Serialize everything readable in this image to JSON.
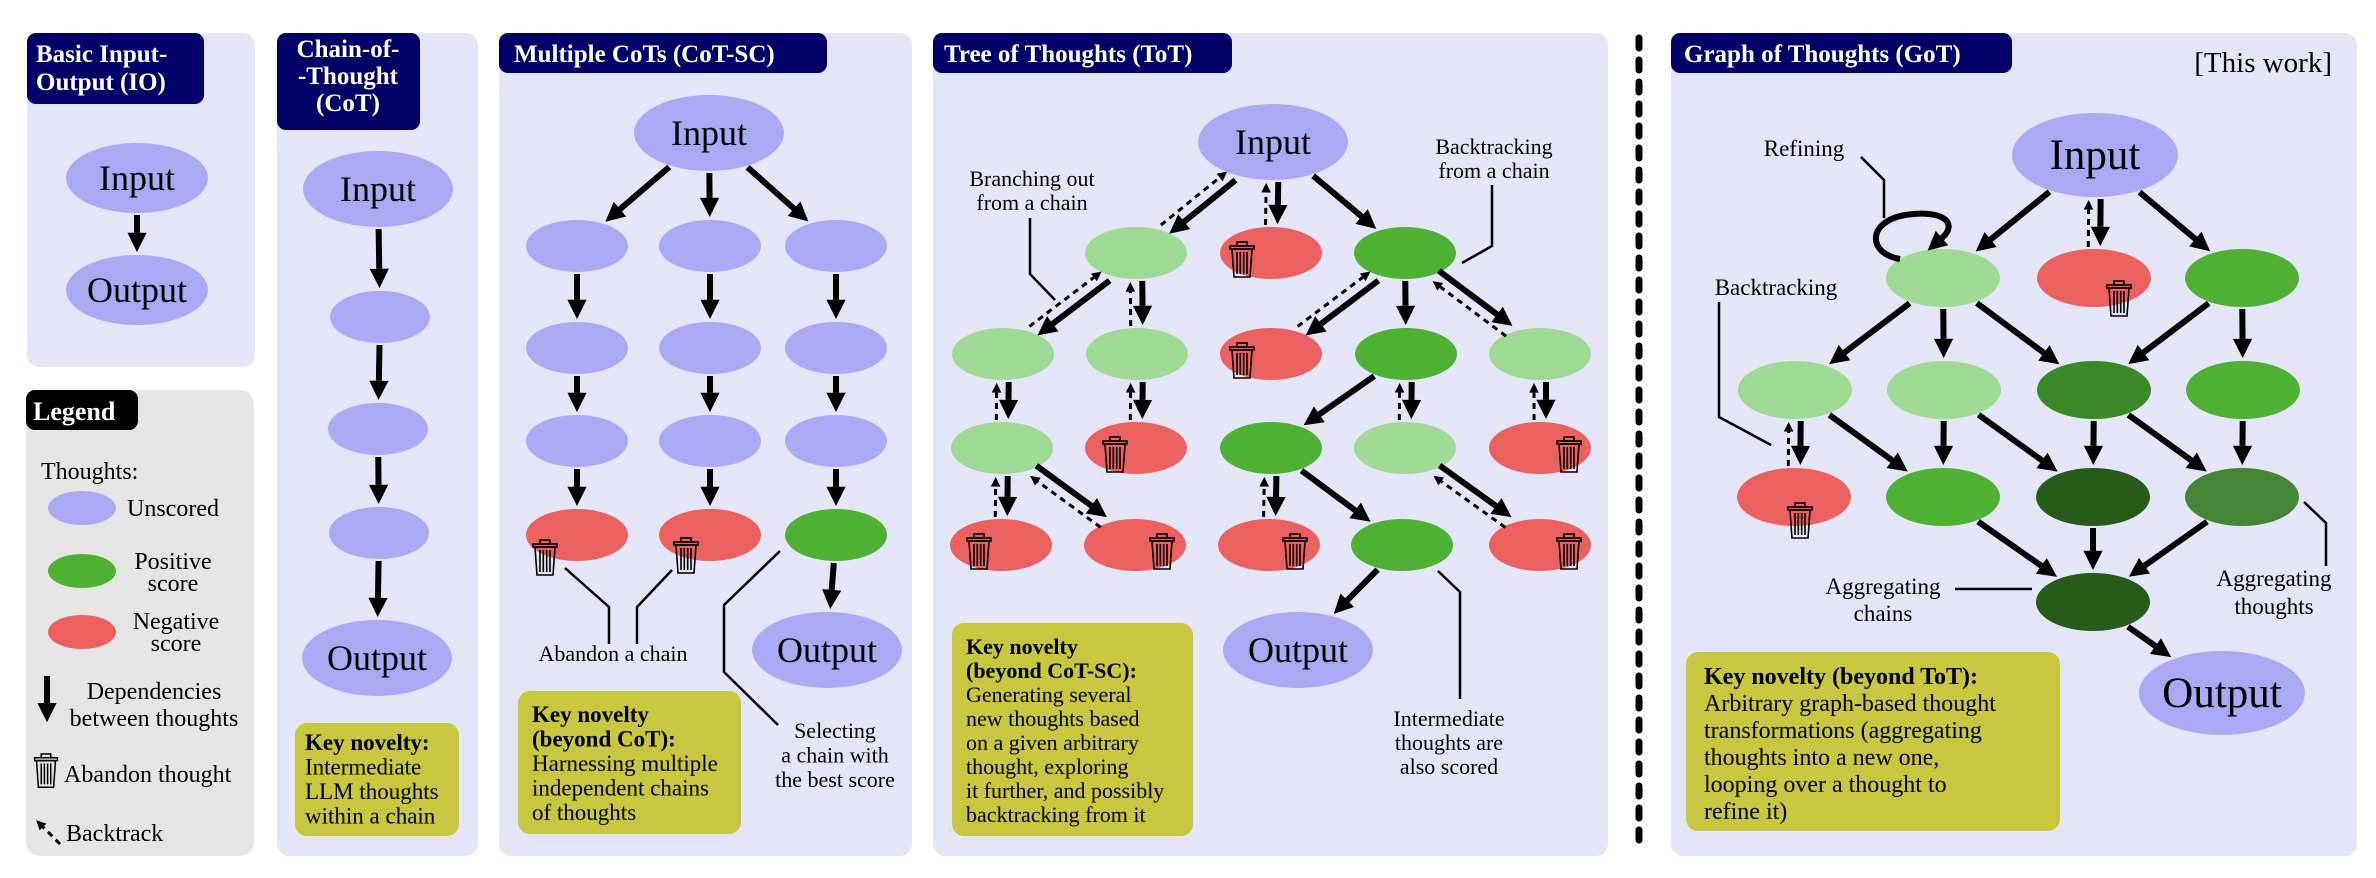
{
  "colors": {
    "panel": "#e5e5f8",
    "legend_panel": "#e5e5e5",
    "title_box": "#000066",
    "legend_title_box": "#000000",
    "key_box": "#c8c73f",
    "unscored": "#aaaaf4",
    "positive": "#4eb133",
    "positive_light": "#9fda95",
    "positive_dark": "#3a8927",
    "positive_darker": "#275b19",
    "positive_mid": "#458536",
    "negative": "#eb615f"
  },
  "io": {
    "title": [
      "Basic Input-",
      "Output (IO)"
    ],
    "input": "Input",
    "output": "Output"
  },
  "legend": {
    "title": "Legend",
    "thoughts": "Thoughts:",
    "unscored": "Unscored",
    "positive": [
      "Positive",
      "score"
    ],
    "negative": [
      "Negative",
      "score"
    ],
    "dependencies": [
      "Dependencies",
      "between thoughts"
    ],
    "abandon": "Abandon thought",
    "backtrack": "Backtrack"
  },
  "cot": {
    "title": [
      "Chain-of-",
      "-Thought",
      "(CoT)"
    ],
    "input": "Input",
    "output": "Output",
    "key": {
      "heading": [
        "Key novelty:"
      ],
      "lines": [
        "Intermediate",
        "LLM thoughts",
        "within a chain"
      ]
    }
  },
  "cotsc": {
    "title": "Multiple CoTs (CoT-SC)",
    "input": "Input",
    "output": "Output",
    "annotations": {
      "abandon": "Abandon a chain",
      "selecting": [
        "Selecting",
        "a chain with",
        "the best score"
      ]
    },
    "key": {
      "heading": [
        "Key novelty",
        "(beyond CoT):"
      ],
      "lines": [
        "Harnessing multiple",
        "independent chains",
        "of thoughts"
      ]
    }
  },
  "tot": {
    "title": "Tree of Thoughts (ToT)",
    "input": "Input",
    "output": "Output",
    "annotations": {
      "branching": [
        "Branching out",
        "from a chain"
      ],
      "backtracking": [
        "Backtracking",
        "from a chain"
      ],
      "intermediate": [
        "Intermediate",
        "thoughts are",
        "also scored"
      ]
    },
    "key": {
      "heading": [
        "Key novelty",
        "(beyond CoT-SC):"
      ],
      "lines": [
        "Generating several",
        "new thoughts based",
        "on a given arbitrary",
        "thought, exploring",
        "it further, and possibly",
        "backtracking from it"
      ]
    }
  },
  "got": {
    "title": "Graph of Thoughts (GoT)",
    "tag": "[This work]",
    "input": "Input",
    "output": "Output",
    "annotations": {
      "refining": "Refining",
      "backtracking": "Backtracking",
      "aggregating_chains": [
        "Aggregating",
        "chains"
      ],
      "aggregating_thoughts": [
        "Aggregating",
        "thoughts"
      ]
    },
    "key": {
      "heading": [
        "Key novelty (beyond ToT):"
      ],
      "lines": [
        "Arbitrary graph-based thought",
        "transformations (aggregating",
        "thoughts into a new one,",
        "looping over a thought to",
        "refine it)"
      ]
    }
  }
}
